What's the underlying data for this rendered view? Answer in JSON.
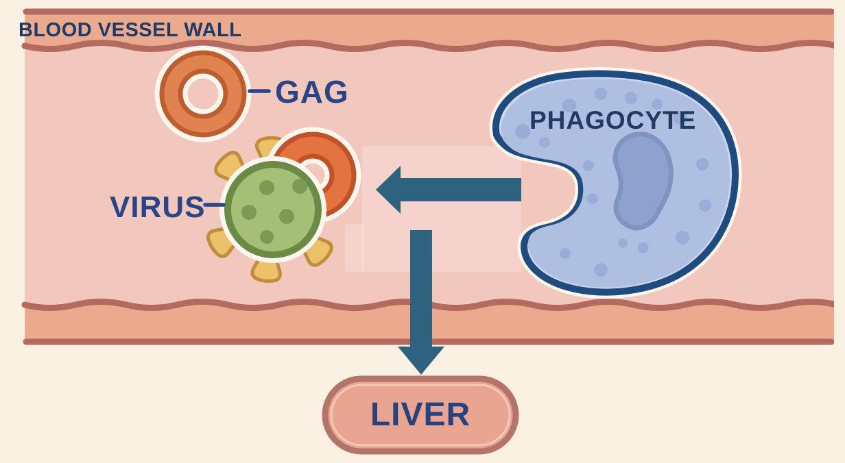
{
  "labels": {
    "blood_vessel_wall": "BLOOD VESSEL WALL",
    "gag": "GAG",
    "virus": "VIRUS",
    "phagocyte": "PHAGOCYTE",
    "liver": "LIVER"
  },
  "colors": {
    "bg": "#fbf1e2",
    "lumen": "#f2c7be",
    "wall_band": "#ebaa8d",
    "wall_line": "#b26b5e",
    "text_navy": "#1e3a66",
    "label_navy": "#2a4585",
    "arrow": "#2f627f",
    "gag_fill": "#e08350",
    "gag_edge": "#bd5e32",
    "gag2_fill": "#e37340",
    "gag2_edge": "#c1512a",
    "virus_fill": "#a5bf76",
    "virus_edge": "#6c8a46",
    "virus_dot": "#7d9a54",
    "spike_fill": "#edc169",
    "spike_edge": "#c08d3e",
    "cell_fill": "#aebfe2",
    "cell_rim": "#ccd6ec",
    "cell_edge": "#1f4b7e",
    "cell_dot": "#9badd6",
    "nucleus_fill": "#8da2cc",
    "nucleus_edge": "#8093c1",
    "liver_fill": "#e9a592",
    "liver_edge": "#b3746a",
    "liver_inner": "#f3cab8",
    "halo": "#fdf6ec"
  }
}
